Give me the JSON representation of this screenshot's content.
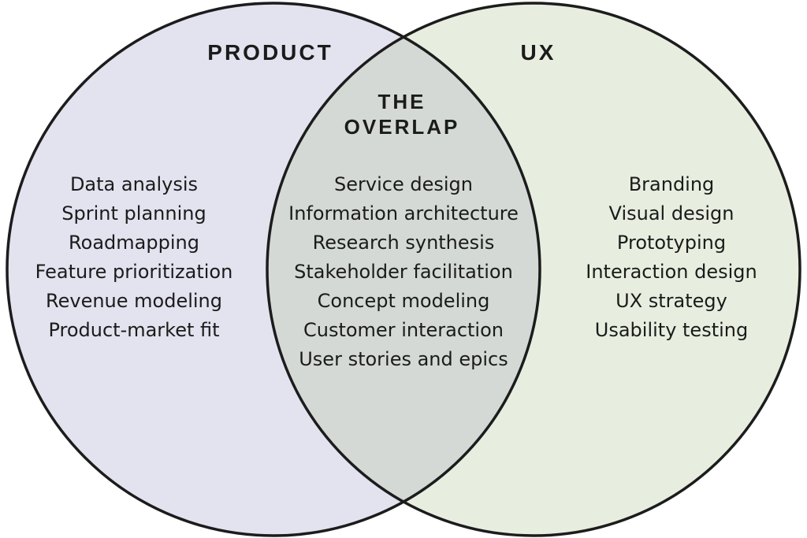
{
  "diagram": {
    "type": "venn",
    "left_set": {
      "title": "PRODUCT",
      "items": [
        "Data analysis",
        "Sprint planning",
        "Roadmapping",
        "Feature prioritization",
        "Revenue modeling",
        "Product-market fit"
      ]
    },
    "overlap_set": {
      "title_line1": "THE",
      "title_line2": "OVERLAP",
      "items": [
        "Service design",
        "Information architecture",
        "Research synthesis",
        "Stakeholder facilitation",
        "Concept modeling",
        "Customer interaction",
        "User stories and epics"
      ]
    },
    "right_set": {
      "title": "UX",
      "items": [
        "Branding",
        "Visual design",
        "Prototyping",
        "Interaction design",
        "UX strategy",
        "Usability testing"
      ]
    },
    "colors": {
      "left_fill": "#e3e2ef",
      "right_fill": "#e7eedf",
      "overlap_fill": "#d4d9d6",
      "stroke": "#1c1c1c"
    }
  }
}
